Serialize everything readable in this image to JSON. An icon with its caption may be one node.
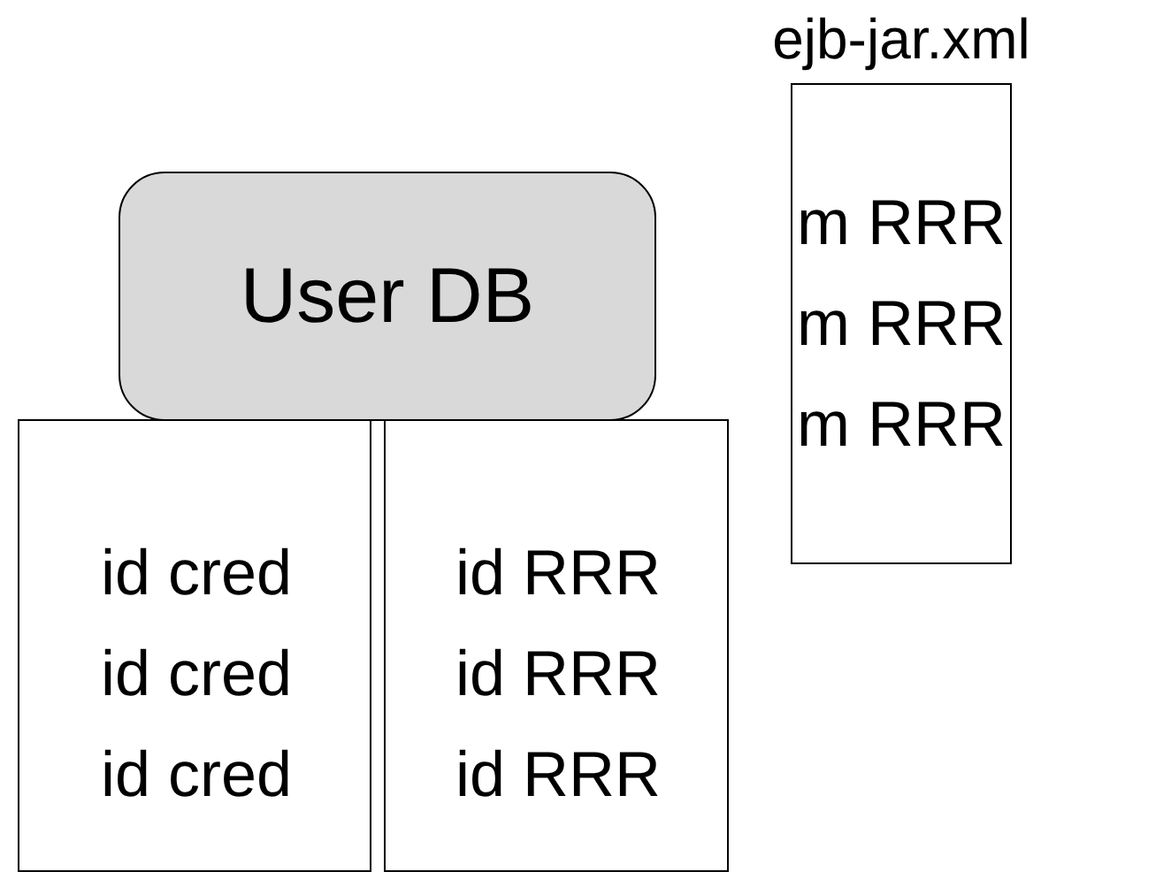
{
  "diagram": {
    "nodes": [
      {
        "text": [
          "User DB"
        ]
      },
      {
        "text": [
          "id cred id cred id cred"
        ]
      },
      {
        "text": [
          "id RRR id RRR id RRR"
        ]
      },
      {
        "text": [
          "ejb-jar.xml",
          "m RRR m RRR m RRR"
        ]
      }
    ]
  }
}
